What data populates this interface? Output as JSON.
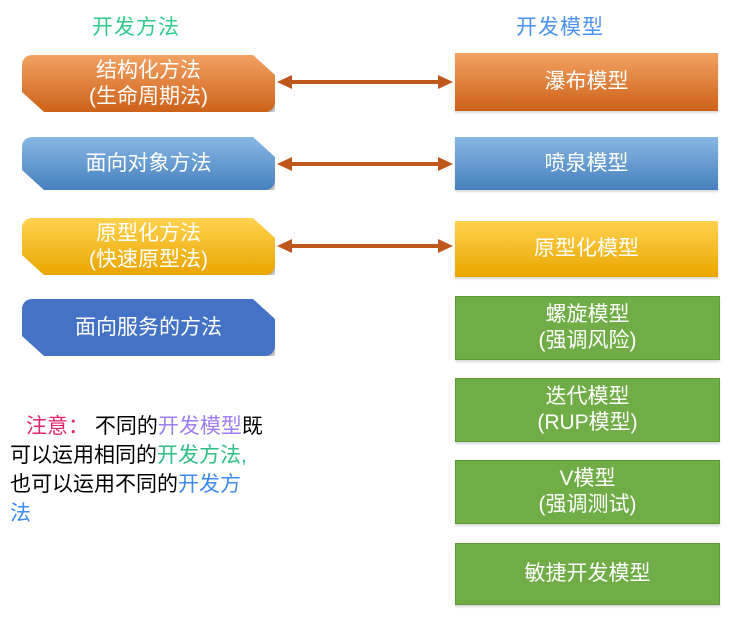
{
  "titles": {
    "left": "开发方法",
    "right": "开发模型"
  },
  "left_methods": [
    {
      "line1": "结构化方法",
      "line2": "(生命周期法)",
      "style": "orange"
    },
    {
      "line1": "面向对象方法",
      "line2": "",
      "style": "blue"
    },
    {
      "line1": "原型化方法",
      "line2": "(快速原型法)",
      "style": "yellow"
    },
    {
      "line1": "面向服务的方法",
      "line2": "",
      "style": "royal"
    }
  ],
  "right_models": [
    {
      "line1": "瀑布模型",
      "line2": "",
      "style": "orange"
    },
    {
      "line1": "喷泉模型",
      "line2": "",
      "style": "blue"
    },
    {
      "line1": "原型化模型",
      "line2": "",
      "style": "yellow"
    },
    {
      "line1": "螺旋模型",
      "line2": "(强调风险)",
      "style": "green"
    },
    {
      "line1": "迭代模型",
      "line2": "(RUP模型)",
      "style": "green"
    },
    {
      "line1": "V模型",
      "line2": "(强调测试)",
      "style": "green"
    },
    {
      "line1": "敏捷开发模型",
      "line2": "",
      "style": "green"
    }
  ],
  "arrows": [
    {
      "from": "结构化方法(生命周期法)",
      "to": "瀑布模型",
      "direction": "both"
    },
    {
      "from": "面向对象方法",
      "to": "喷泉模型",
      "direction": "both"
    },
    {
      "from": "原型化方法(快速原型法)",
      "to": "原型化模型",
      "direction": "both"
    }
  ],
  "note": {
    "lines": [
      {
        "segments": [
          {
            "text": "注意：",
            "color": "note_pink"
          },
          {
            "text": " 不同的",
            "color": "note_black"
          },
          {
            "text": "开发模型",
            "color": "note_purple"
          },
          {
            "text": "既",
            "color": "note_black"
          }
        ]
      },
      {
        "segments": [
          {
            "text": "可以运用相同的",
            "color": "note_black"
          },
          {
            "text": "开发方法,",
            "color": "note_green"
          }
        ]
      },
      {
        "segments": [
          {
            "text": "也可以运用不同的",
            "color": "note_black"
          },
          {
            "text": "开发方",
            "color": "note_blue"
          }
        ]
      },
      {
        "segments": [
          {
            "text": "法",
            "color": "note_blue"
          }
        ]
      }
    ]
  },
  "colors": {
    "title_left": "#2FCB8E",
    "title_right": "#4B93F1",
    "orange_top": "#F2A263",
    "orange_bottom": "#CD6118",
    "blue_top": "#87B7E3",
    "blue_bottom": "#4680BE",
    "yellow_top": "#FFD24E",
    "yellow_bottom": "#EAA500",
    "royal_fill": "#4472C4",
    "green_fill": "#70AD47",
    "green_border": "#5E9A38",
    "arrow": "#C0571C",
    "note_pink": "#E3256F",
    "note_purple": "#9D7EF4",
    "note_green": "#2EBE86",
    "note_blue": "#3E8BF0",
    "note_black": "#000000"
  }
}
